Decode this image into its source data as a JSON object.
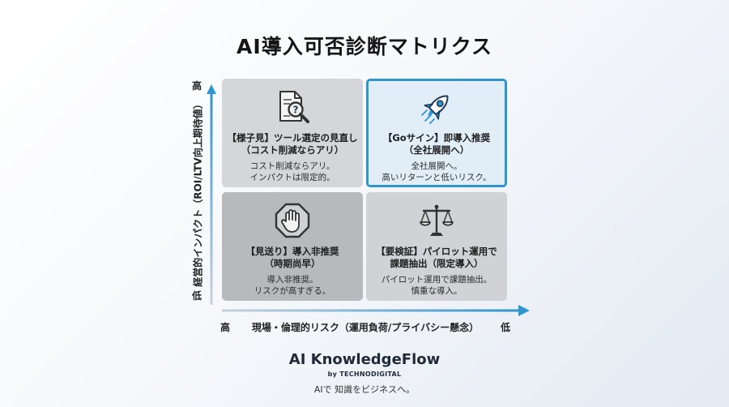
{
  "title": "AI導入可否診断マトリクス",
  "axes": {
    "y_label": "経営的インパクト（ROI/LTV向上期待値）",
    "y_high": "高",
    "y_low": "低",
    "x_label": "現場・倫理的リスク（運用負荷/プライバシー懸念）",
    "x_high": "高",
    "x_low": "低"
  },
  "quadrants": {
    "top_left": {
      "icon": "document-magnifier-icon",
      "head1": "【様子見】ツール選定の見直し",
      "head2": "（コスト削減ならアリ）",
      "desc1": "コスト削減ならアリ。",
      "desc2": "インパクトは限定的。"
    },
    "top_right": {
      "icon": "rocket-icon",
      "head1": "【Goサイン】即導入推奨",
      "head2": "（全社展開へ）",
      "desc1": "全社展開へ。",
      "desc2": "高いリターンと低いリスク。"
    },
    "bottom_left": {
      "icon": "stop-hand-icon",
      "head1": "【見送り】導入非推奨",
      "head2": "（時期尚早）",
      "desc1": "導入非推奨。",
      "desc2": "リスクが高すぎる。"
    },
    "bottom_right": {
      "icon": "balance-scale-icon",
      "head1": "【要検証】パイロット運用で",
      "head2": "課題抽出（限定導入）",
      "desc1": "パイロット運用で課題抽出。",
      "desc2": "慎重な導入。"
    }
  },
  "colors": {
    "accent": "#2f95cf",
    "top_left_bg": "#d5d6d9",
    "top_right_bg": "#e1eef8",
    "bottom_left_bg": "#b7b9bd",
    "bottom_right_bg": "#d0d2d5"
  },
  "footer": {
    "brand": "AI KnowledgeFlow",
    "by": "by TECHNODIGITAL",
    "tagline": "AIで 知識をビジネスへ。"
  }
}
